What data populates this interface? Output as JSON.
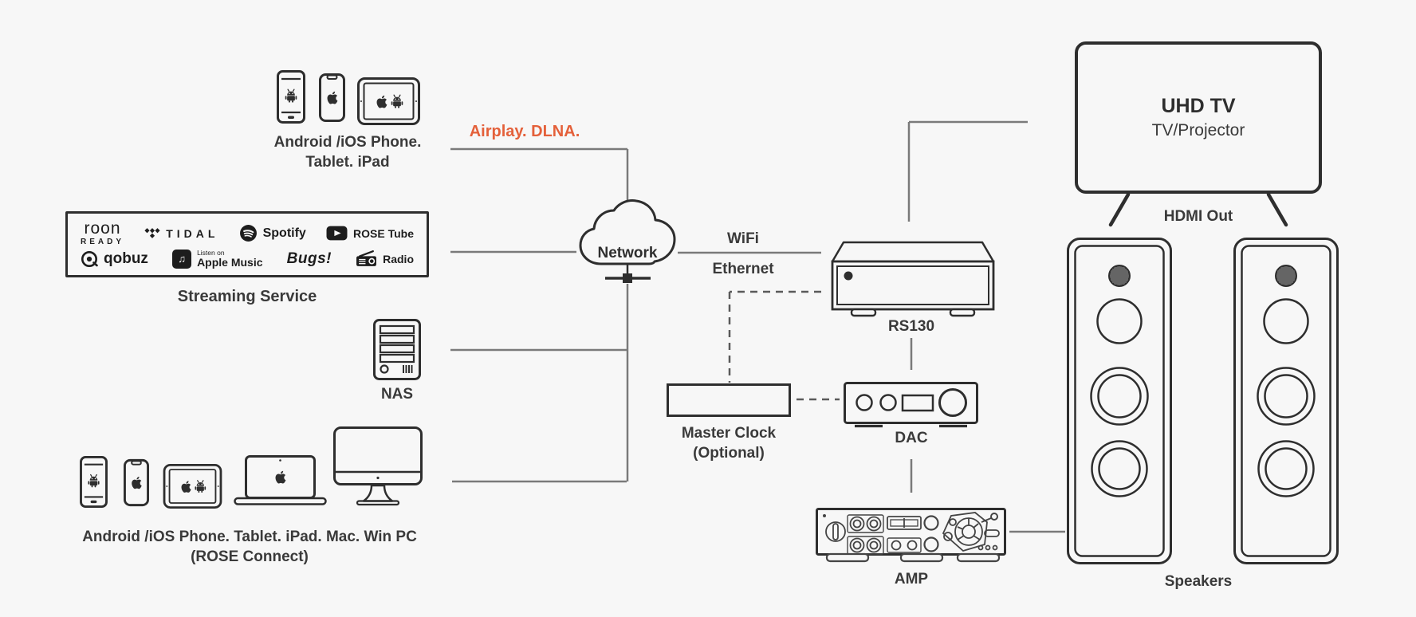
{
  "colors": {
    "background": "#f7f7f7",
    "outline": "#2e2e2e",
    "label_text": "#3a3a3a",
    "accent_orange": "#e4603a",
    "connector_gray": "#7a7a7a"
  },
  "sources_mobile": {
    "caption_line1": "Android /iOS Phone.",
    "caption_line2": "Tablet. iPad"
  },
  "airplay": {
    "label": "Airplay. DLNA."
  },
  "streaming": {
    "caption": "Streaming Service",
    "services": [
      {
        "name": "roon",
        "sub": "READY"
      },
      {
        "name": "TIDAL"
      },
      {
        "name": "Spotify"
      },
      {
        "name": "ROSE Tube"
      },
      {
        "name": "qobuz"
      },
      {
        "name": "Apple Music",
        "sub": "Listen on"
      },
      {
        "name": "Bugs!"
      },
      {
        "name": "Radio"
      }
    ]
  },
  "nas": {
    "caption": "NAS"
  },
  "clients": {
    "caption_line1": "Android /iOS Phone. Tablet. iPad. Mac. Win PC",
    "caption_line2": "(ROSE Connect)"
  },
  "network": {
    "label": "Network",
    "wifi_label": "WiFi",
    "ethernet_label": "Ethernet"
  },
  "rs130": {
    "caption": "RS130"
  },
  "tv": {
    "title": "UHD TV",
    "subtitle": "TV/Projector",
    "hdmi_label": "HDMI Out"
  },
  "master_clock": {
    "caption_line1": "Master Clock",
    "caption_line2": "(Optional)"
  },
  "dac": {
    "caption": "DAC"
  },
  "amp": {
    "caption": "AMP"
  },
  "speakers": {
    "caption": "Speakers"
  }
}
